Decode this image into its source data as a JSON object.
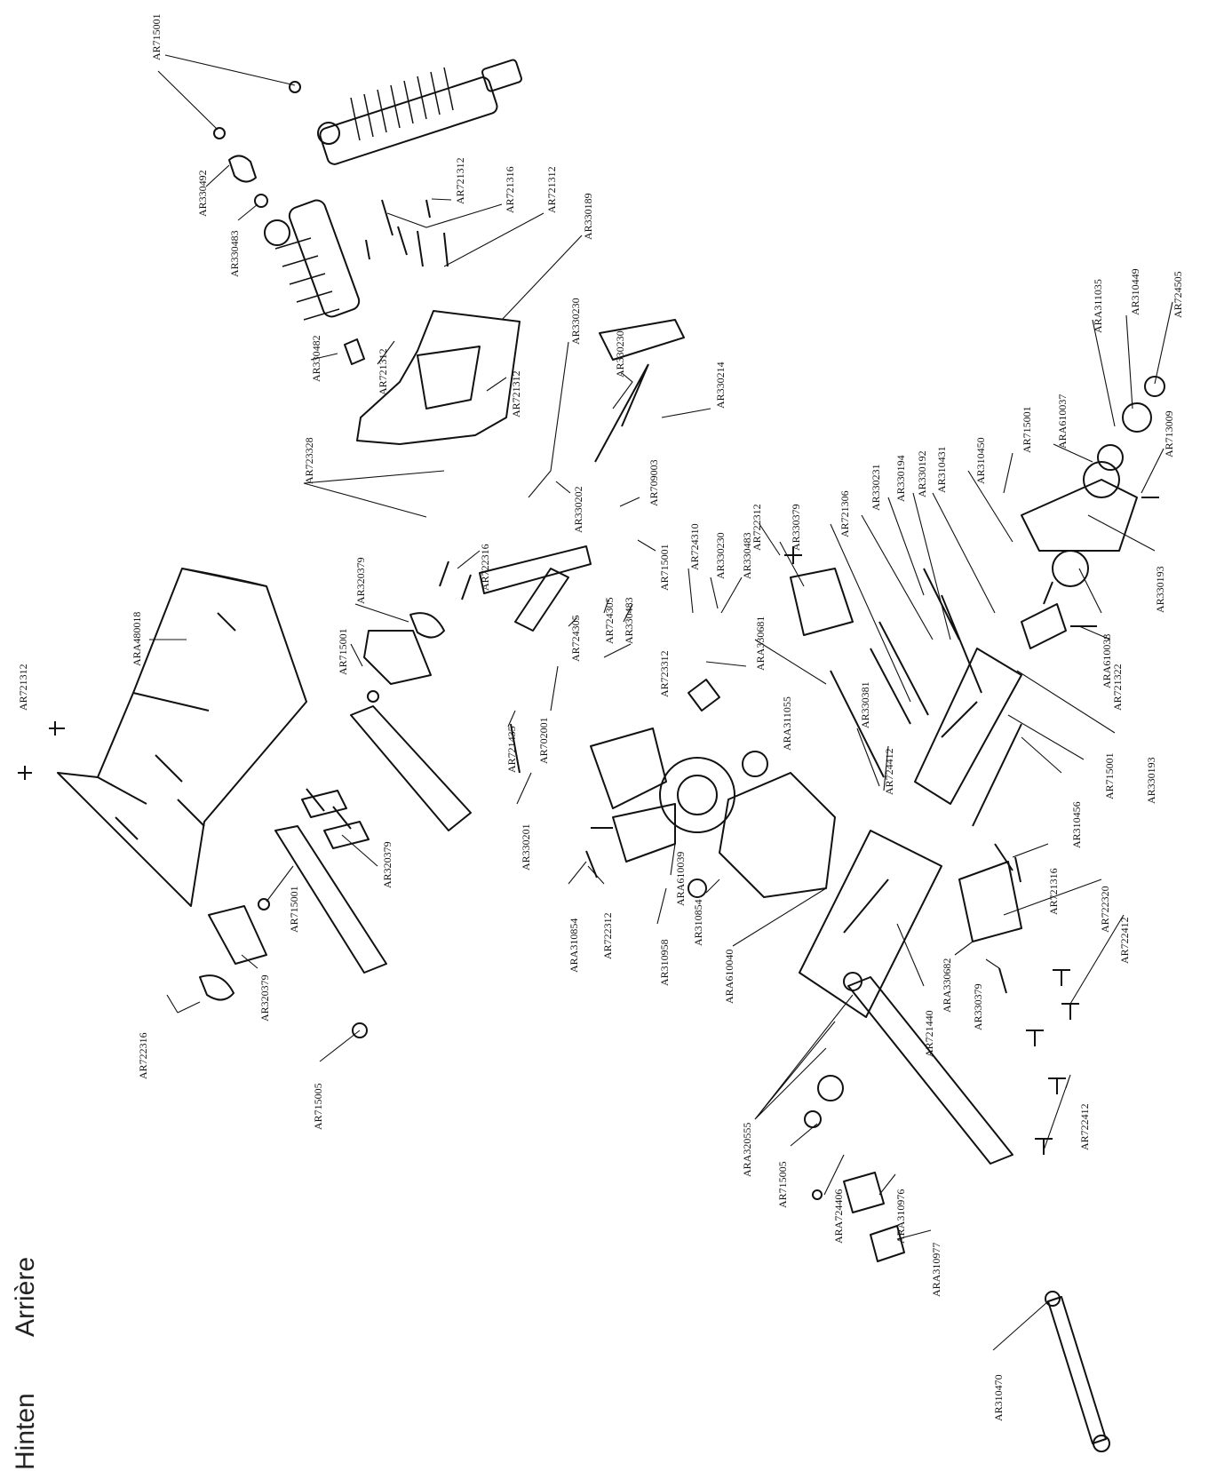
{
  "headings": {
    "left": "Hinten",
    "right": "Arrière"
  },
  "callouts": [
    "AR715001",
    "AR330492",
    "AR330483",
    "AR721312",
    "AR721316",
    "AR721312",
    "AR330189",
    "AR330482",
    "AR721312",
    "AR330230",
    "AR721312",
    "AR330230",
    "AR330214",
    "AR723328",
    "AR330202",
    "AR709003",
    "AR715001",
    "AR724310",
    "AR330230",
    "AR330483",
    "AR722316",
    "ARA480018",
    "AR320379",
    "AR715001",
    "AR724305",
    "AR330483",
    "AR724305",
    "AR723312",
    "AR722312",
    "AR330379",
    "ARA330681",
    "ARA311055",
    "AR721306",
    "AR330231",
    "AR330194",
    "AR330192",
    "AR310431",
    "AR310450",
    "AR715001",
    "ARA610037",
    "ARA311035",
    "AR310449",
    "AR724505",
    "AR713009",
    "AR330193",
    "ARA610038",
    "AR721322",
    "AR330193",
    "AR715001",
    "AR310456",
    "AR721312",
    "AR721435",
    "AR702001",
    "AR330381",
    "AR724412",
    "AR330201",
    "AR320379",
    "AR715001",
    "ARA610039",
    "AR310958",
    "AR310854",
    "AR722312",
    "ARA310854",
    "AR721316",
    "AR722320",
    "AR722412",
    "ARA330682",
    "AR330379",
    "AR721440",
    "ARA610040",
    "AR320379",
    "AR722316",
    "AR715005",
    "ARA320555",
    "AR715005",
    "ARA310976",
    "ARA310977",
    "ARA724406",
    "AR722412",
    "AR310470"
  ]
}
